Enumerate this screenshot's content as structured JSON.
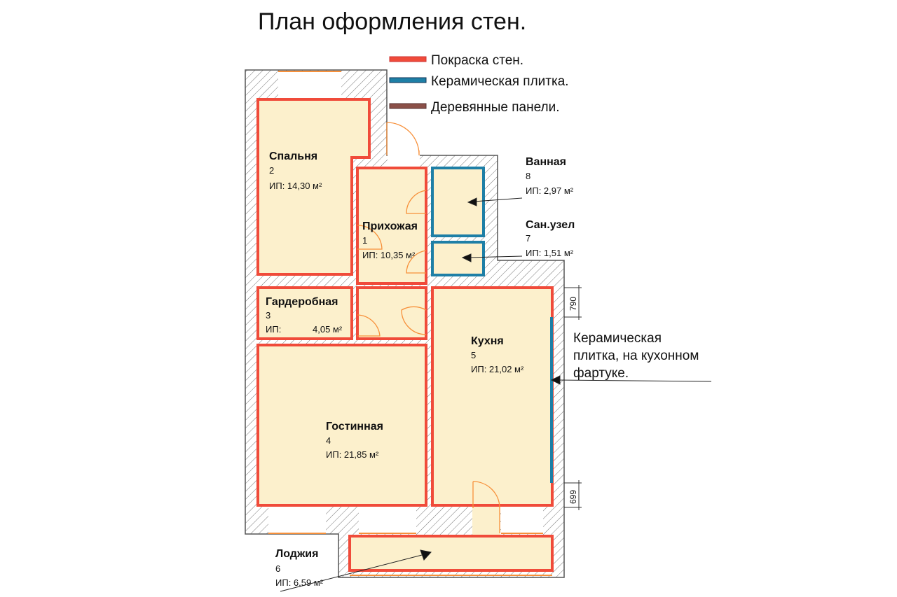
{
  "title": "План оформления стен.",
  "legend": [
    {
      "label": "Покраска стен.",
      "color": "#f04b3a"
    },
    {
      "label": "Керамическая плитка.",
      "color": "#1e7fa6"
    },
    {
      "label": "Деревянные панели.",
      "color": "#8b5048"
    }
  ],
  "rooms": {
    "bedroom": {
      "name": "Спальня",
      "number": "2",
      "area": "ИП: 14,30 м²"
    },
    "hall": {
      "name": "Прихожая",
      "number": "1",
      "area": "ИП:  10,35 м²"
    },
    "bathroom": {
      "name": "Ванная",
      "number": "8",
      "area": "ИП: 2,97 м²"
    },
    "toilet": {
      "name": "Сан.узел",
      "number": "7",
      "area": "ИП:  1,51 м²"
    },
    "wardrobe": {
      "name": "Гардеробная",
      "number": "3",
      "area_label": "ИП:",
      "area": "4,05 м²"
    },
    "kitchen": {
      "name": "Кухня",
      "number": "5",
      "area": "ИП: 21,02 м²"
    },
    "living": {
      "name": "Гостинная",
      "number": "4",
      "area": "ИП:   21,85 м²"
    },
    "loggia": {
      "name": "Лоджия",
      "number": "6",
      "area": "ИП: 6,59 м²"
    }
  },
  "annotations": {
    "apron_line1": "Керамическая",
    "apron_line2": "плитка, на кухонном",
    "apron_line3": "фартуке."
  },
  "dimensions": {
    "top": "790",
    "bottom": "699"
  }
}
